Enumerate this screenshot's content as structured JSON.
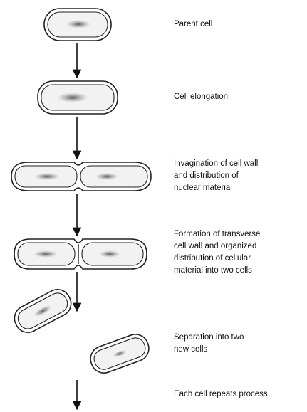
{
  "diagram": {
    "steps": [
      {
        "lines": [
          "Parent cell"
        ]
      },
      {
        "lines": [
          "Cell elongation"
        ]
      },
      {
        "lines": [
          "Invagination of cell wall",
          "and distribution of",
          "nuclear material"
        ]
      },
      {
        "lines": [
          "Formation of transverse",
          "cell wall and organized",
          "distribution of cellular",
          "material into two cells"
        ]
      },
      {
        "lines": [
          "Separation into two",
          "new cells"
        ]
      },
      {
        "lines": [
          "Each cell repeats process"
        ]
      }
    ]
  }
}
